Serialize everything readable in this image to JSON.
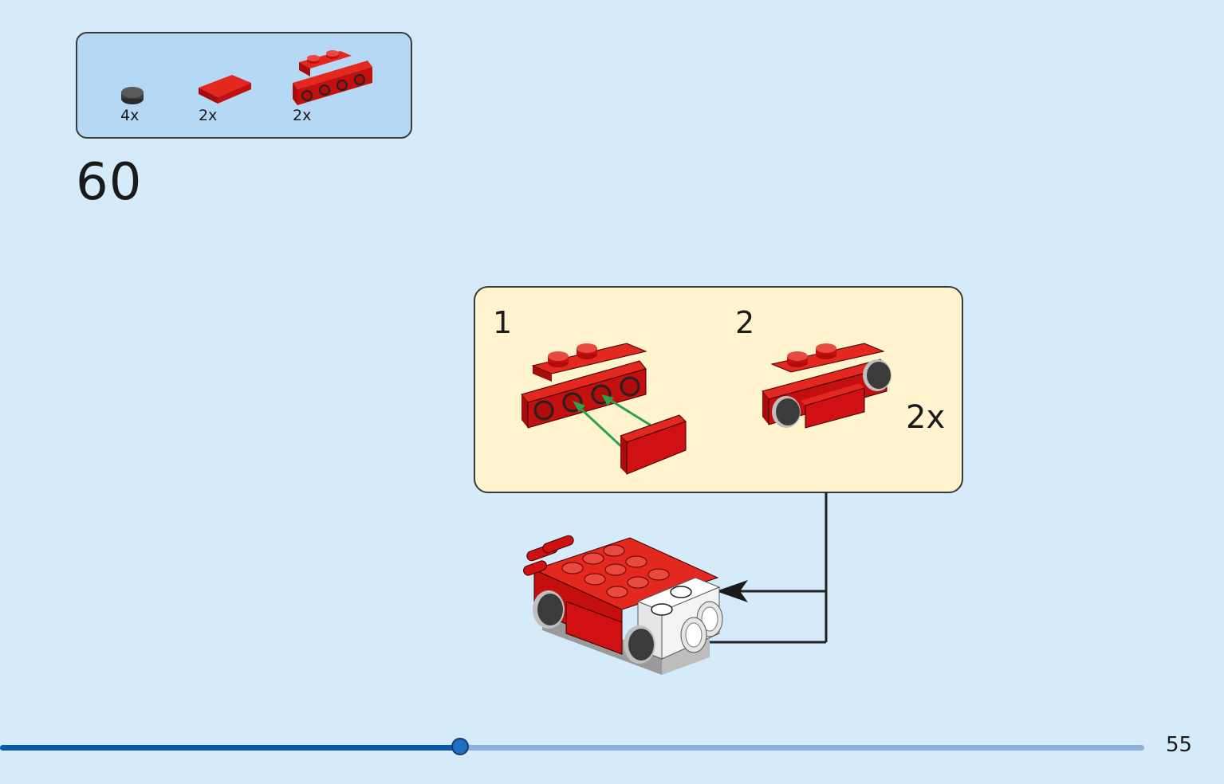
{
  "parts_list": {
    "items": [
      {
        "icon": "round-tile-dark-gray-icon",
        "quantity": "4x",
        "color": "#3b3b3b"
      },
      {
        "icon": "tile-1x2-red-icon",
        "quantity": "2x",
        "color": "#d01012"
      },
      {
        "icon": "bracket-plate-red-icon",
        "quantity": "2x",
        "color": "#d01012"
      }
    ]
  },
  "step": {
    "number": "60"
  },
  "sub_assembly": {
    "steps": [
      {
        "number": "1"
      },
      {
        "number": "2"
      }
    ],
    "multiplier": "2x",
    "arrow_color": "#2ea24a"
  },
  "progress": {
    "fraction": 0.403
  },
  "page": {
    "number": "55"
  },
  "colors": {
    "background": "#d5ebfa",
    "parts_box": "#b5d8f5",
    "sub_box": "#fff4cd",
    "brick_red": "#d01012",
    "progress_fill": "#0b5aa6",
    "progress_track": "#8fb0dc"
  }
}
